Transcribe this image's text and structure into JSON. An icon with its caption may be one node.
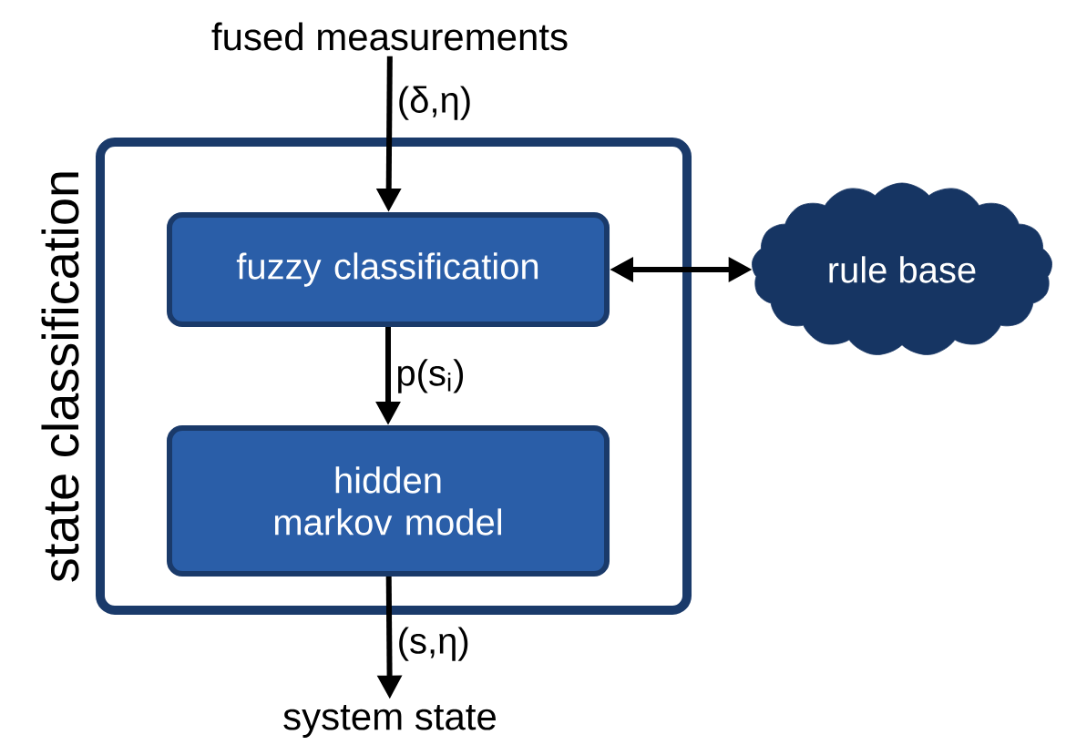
{
  "diagram": {
    "nodes": [
      {
        "text": [
          "state classification"
        ]
      },
      {
        "text": [
          "fuzzy classification"
        ],
        "in": 0
      },
      {
        "text": [
          "hidden markov model"
        ],
        "in": 0
      },
      {
        "text": [
          "rule base"
        ]
      },
      {
        "text": [
          "fused measurements"
        ]
      },
      {
        "text": [
          "system state"
        ]
      }
    ],
    "edges": [
      {
        "from": 4,
        "to": 1,
        "arrow": "to",
        "label": "(δ,η)"
      },
      {
        "from": 1,
        "to": 2,
        "arrow": "to",
        "label": "p(s$_{i}$)"
      },
      {
        "from": 2,
        "to": 5,
        "arrow": "to",
        "label": "(s,η)"
      },
      {
        "from": 1,
        "to": 3,
        "arrow": "both"
      }
    ]
  }
}
